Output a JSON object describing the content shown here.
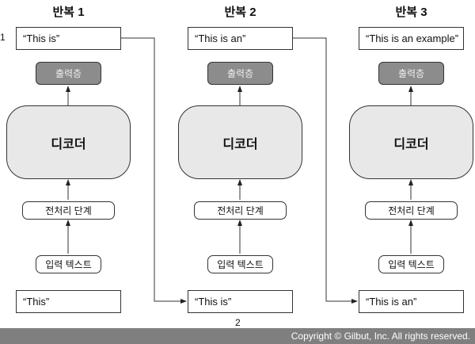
{
  "iterations": [
    {
      "title": "반복 1",
      "output_text": "“This is”",
      "output_layer": "출력층",
      "decoder": "디코더",
      "preprocess": "전처리 단계",
      "input_label": "입력 텍스트",
      "input_text": "“This”"
    },
    {
      "title": "반복 2",
      "output_text": "“This is an”",
      "output_layer": "출력층",
      "decoder": "디코더",
      "preprocess": "전처리 단계",
      "input_label": "입력 텍스트",
      "input_text": "“This is”"
    },
    {
      "title": "반복 3",
      "output_text": "“This is an example”",
      "output_layer": "출력층",
      "decoder": "디코더",
      "preprocess": "전처리 단계",
      "input_label": "입력 텍스트",
      "input_text": "“This is an”"
    }
  ],
  "markers": {
    "one": "1",
    "two": "2"
  },
  "footer": "Copyright © Gilbut, Inc. All rights reserved."
}
